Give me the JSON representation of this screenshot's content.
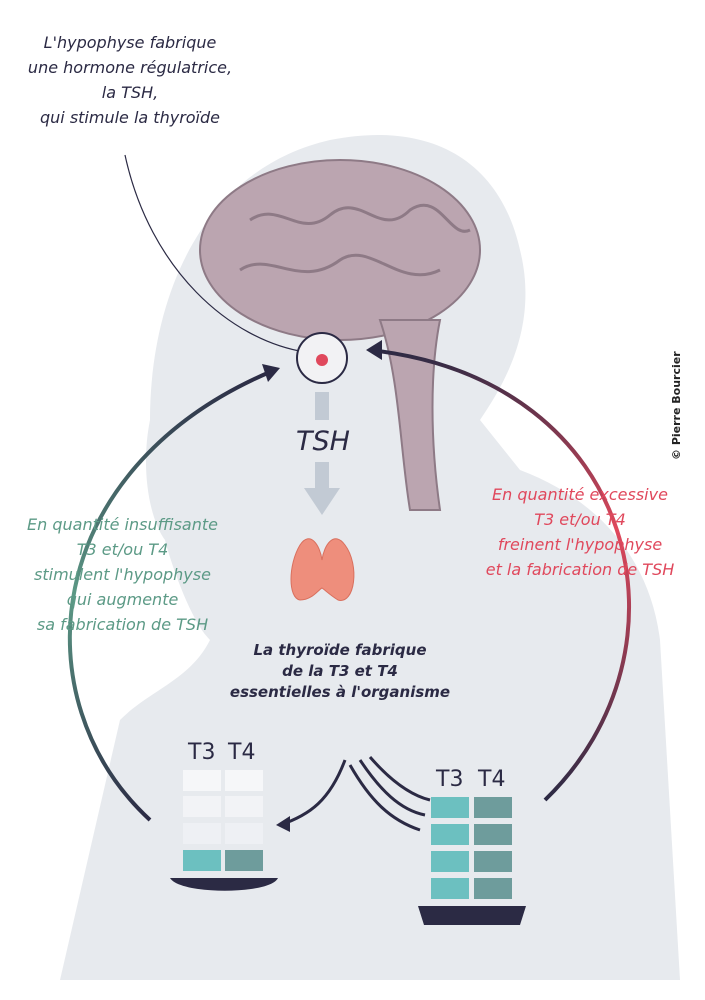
{
  "top_note": [
    "L'hypophyse fabrique",
    "une hormone régulatrice,",
    "la TSH,",
    "qui stimule la thyroïde"
  ],
  "hormone_label": "TSH",
  "left_note": [
    "En quantité insuffisante",
    "T3 et/ou T4",
    "stimulent l'hypophyse",
    "qui augmente",
    "sa fabrication de TSH"
  ],
  "right_note": [
    "En quantité excessive",
    "T3 et/ou T4",
    "freinent l'hypophyse",
    "et la fabrication de TSH"
  ],
  "center_note": [
    "La thyroïde fabrique",
    "de la T3 et T4",
    "essentielles à l'organisme"
  ],
  "left_stack": {
    "t3": "T3",
    "t4": "T4",
    "filled_levels": 1,
    "total_levels": 4
  },
  "right_stack": {
    "t3": "T3",
    "t4": "T4",
    "filled_levels": 4,
    "total_levels": 4
  },
  "copyright": "© Pierre Bourcier",
  "colors": {
    "dark": "#2b2a44",
    "green": "#5c9a86",
    "red": "#e0485c",
    "t3": "#6cc0c0",
    "t4": "#6e9c9c",
    "silhouette": "#e6e9ee",
    "brain": "#b9a3ae",
    "thyroid": "#ee8e7c"
  }
}
